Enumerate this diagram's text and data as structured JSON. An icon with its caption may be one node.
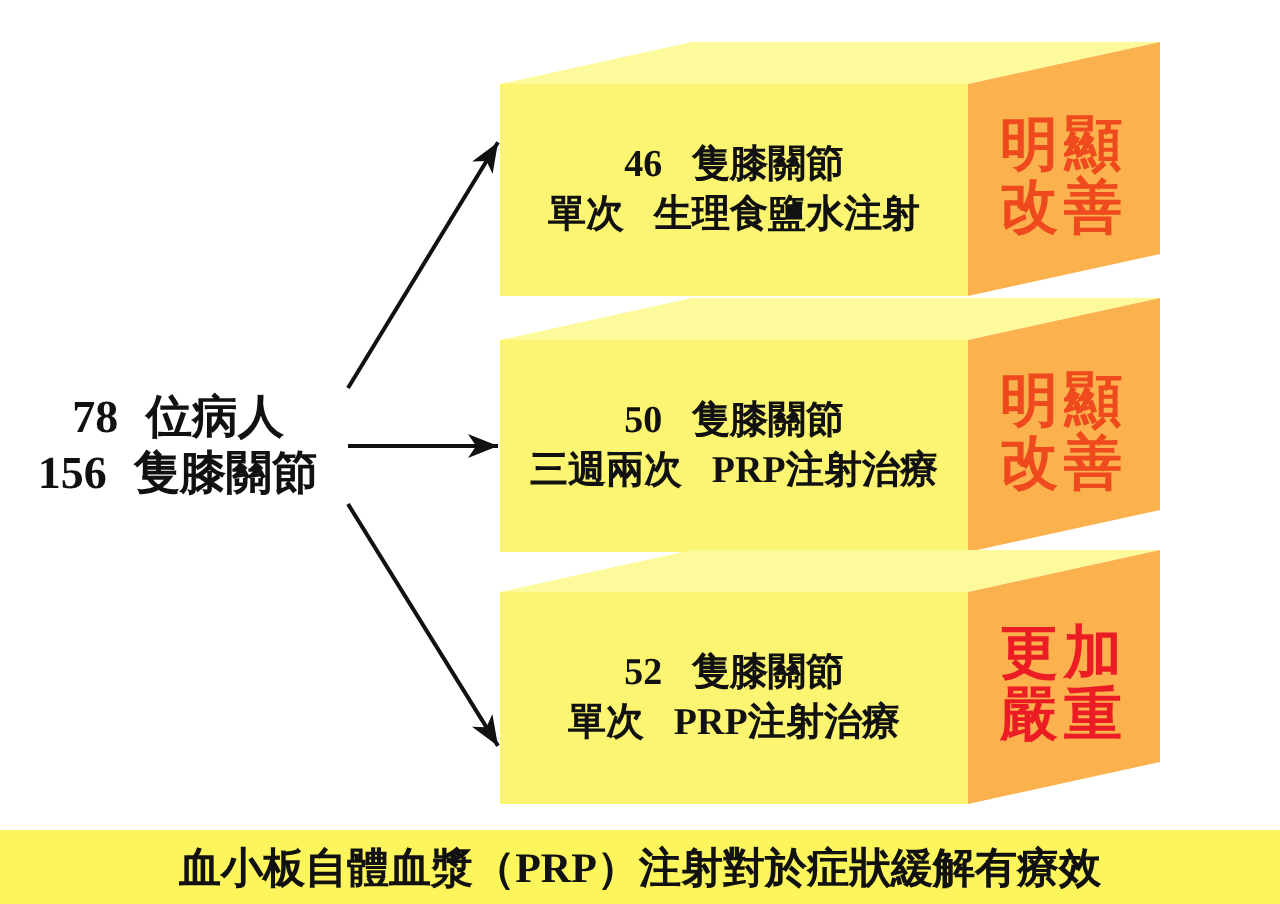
{
  "diagram": {
    "nodes": [
      {
        "text": [
          "78 位病人",
          "156 隻膝關節"
        ]
      },
      {
        "text": [
          "46 隻膝關節",
          "單次 生理食鹽水注射",
          "明顯改善"
        ]
      },
      {
        "text": [
          "50 隻膝關節",
          "三週兩次 PRP注射治療",
          "明顯改善"
        ]
      },
      {
        "text": [
          "52 隻膝關節",
          "單次 PRP注射治療",
          "更加嚴重"
        ]
      },
      {
        "text": [
          "血小板自體血漿（PRP）注射對於症狀緩解有療效"
        ]
      }
    ],
    "edges": [
      {
        "from": 0,
        "to": 1,
        "arrow": "to"
      },
      {
        "from": 0,
        "to": 2,
        "arrow": "to"
      },
      {
        "from": 0,
        "to": 3,
        "arrow": "to"
      }
    ]
  }
}
